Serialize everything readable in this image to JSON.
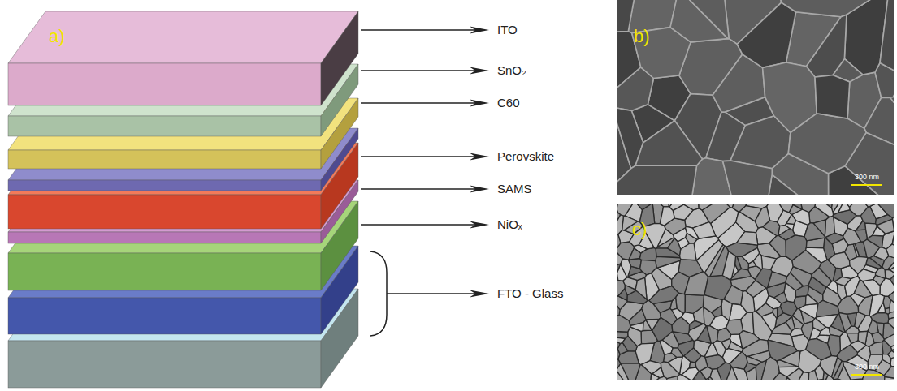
{
  "diagram": {
    "labels": [
      "a)",
      "ITO",
      "SnO₂",
      "C60",
      "Perovskite",
      "SAMS",
      "NiOₓ",
      "FTO - Glass",
      "b)",
      "300 nm",
      "c)",
      "300 nm"
    ]
  }
}
